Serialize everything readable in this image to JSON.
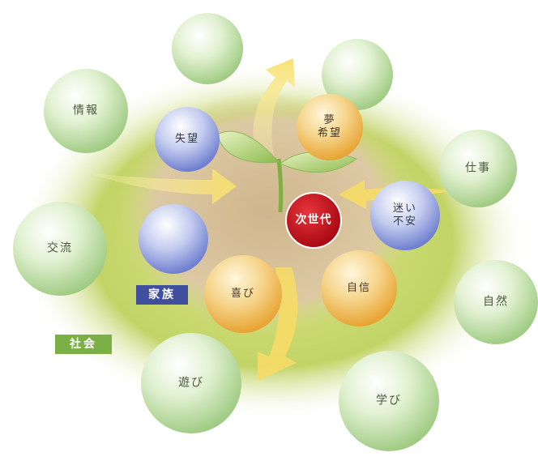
{
  "center_label": "次世代",
  "outer_circles": {
    "info": "情報",
    "work": "仕事",
    "exchange": "交流",
    "nature": "自然",
    "play": "遊び",
    "learn": "学び"
  },
  "inner_circles": {
    "disappointment": "失望",
    "dream_line1": "夢",
    "dream_line2": "希望",
    "doubt_line1": "迷い",
    "doubt_line2": "不安",
    "joy": "喜び",
    "confidence": "自信"
  },
  "tags": {
    "family": "家族",
    "society": "社会"
  },
  "colors": {
    "society_ring": "#b8d060",
    "family_ring": "#d9c6a0",
    "outer_circle": "#b8dca0",
    "blue_circle": "#a9b6e6",
    "orange_circle": "#f2c060",
    "center": "#c8101a",
    "arrow": "#f5d860",
    "family_tag": "#3f4f9e",
    "society_tag": "#7cb046"
  }
}
